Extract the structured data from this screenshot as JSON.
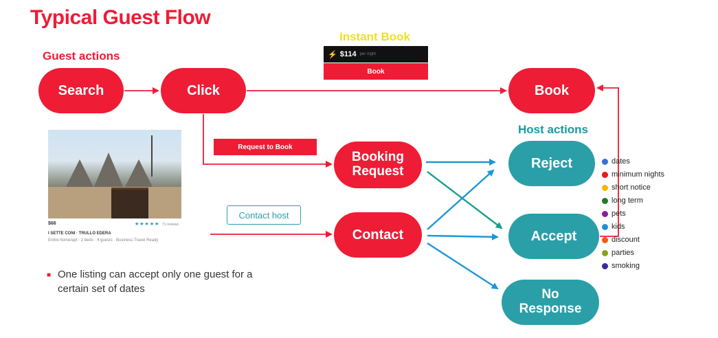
{
  "title": "Typical Guest Flow",
  "sections": {
    "guest_actions": "Guest actions",
    "host_actions": "Host actions",
    "instant_book": "Instant Book"
  },
  "nodes": {
    "search": "Search",
    "click": "Click",
    "book": "Book",
    "booking_request": "Booking Request",
    "contact": "Contact",
    "reject": "Reject",
    "accept": "Accept",
    "no_response": "No Response"
  },
  "instant_book_widget": {
    "price": "$114",
    "price_sub": "per night",
    "book_button": "Book"
  },
  "request_to_book_button": "Request to Book",
  "contact_host_button": "Contact host",
  "listing": {
    "price": "$66",
    "stars": "★★★★★",
    "reviews": "71 reviews",
    "name": "I SETTE CONI · TRULLO EDERA",
    "description": "Entire home/apt · 2 beds · 4 guests · Business Travel Ready"
  },
  "note": "One listing can accept only one guest for a certain set of dates",
  "reject_reasons": [
    {
      "label": "dates",
      "color": "#3b6fd6"
    },
    {
      "label": "minimum nights",
      "color": "#e31b1b"
    },
    {
      "label": "short notice",
      "color": "#f2b705"
    },
    {
      "label": "long term",
      "color": "#1f7a2a"
    },
    {
      "label": "pets",
      "color": "#8a1f9c"
    },
    {
      "label": "kids",
      "color": "#1e90d6"
    },
    {
      "label": "discount",
      "color": "#f05a1a"
    },
    {
      "label": "parties",
      "color": "#8aa01e"
    },
    {
      "label": "smoking",
      "color": "#3a2a9c"
    }
  ],
  "colors": {
    "brand_red": "#ee1c35",
    "host_teal": "#2a9fa8",
    "arrow_blue": "#1e96d8",
    "arrow_teal": "#1a9e8e",
    "instant_book_yellow": "#f0e020"
  }
}
